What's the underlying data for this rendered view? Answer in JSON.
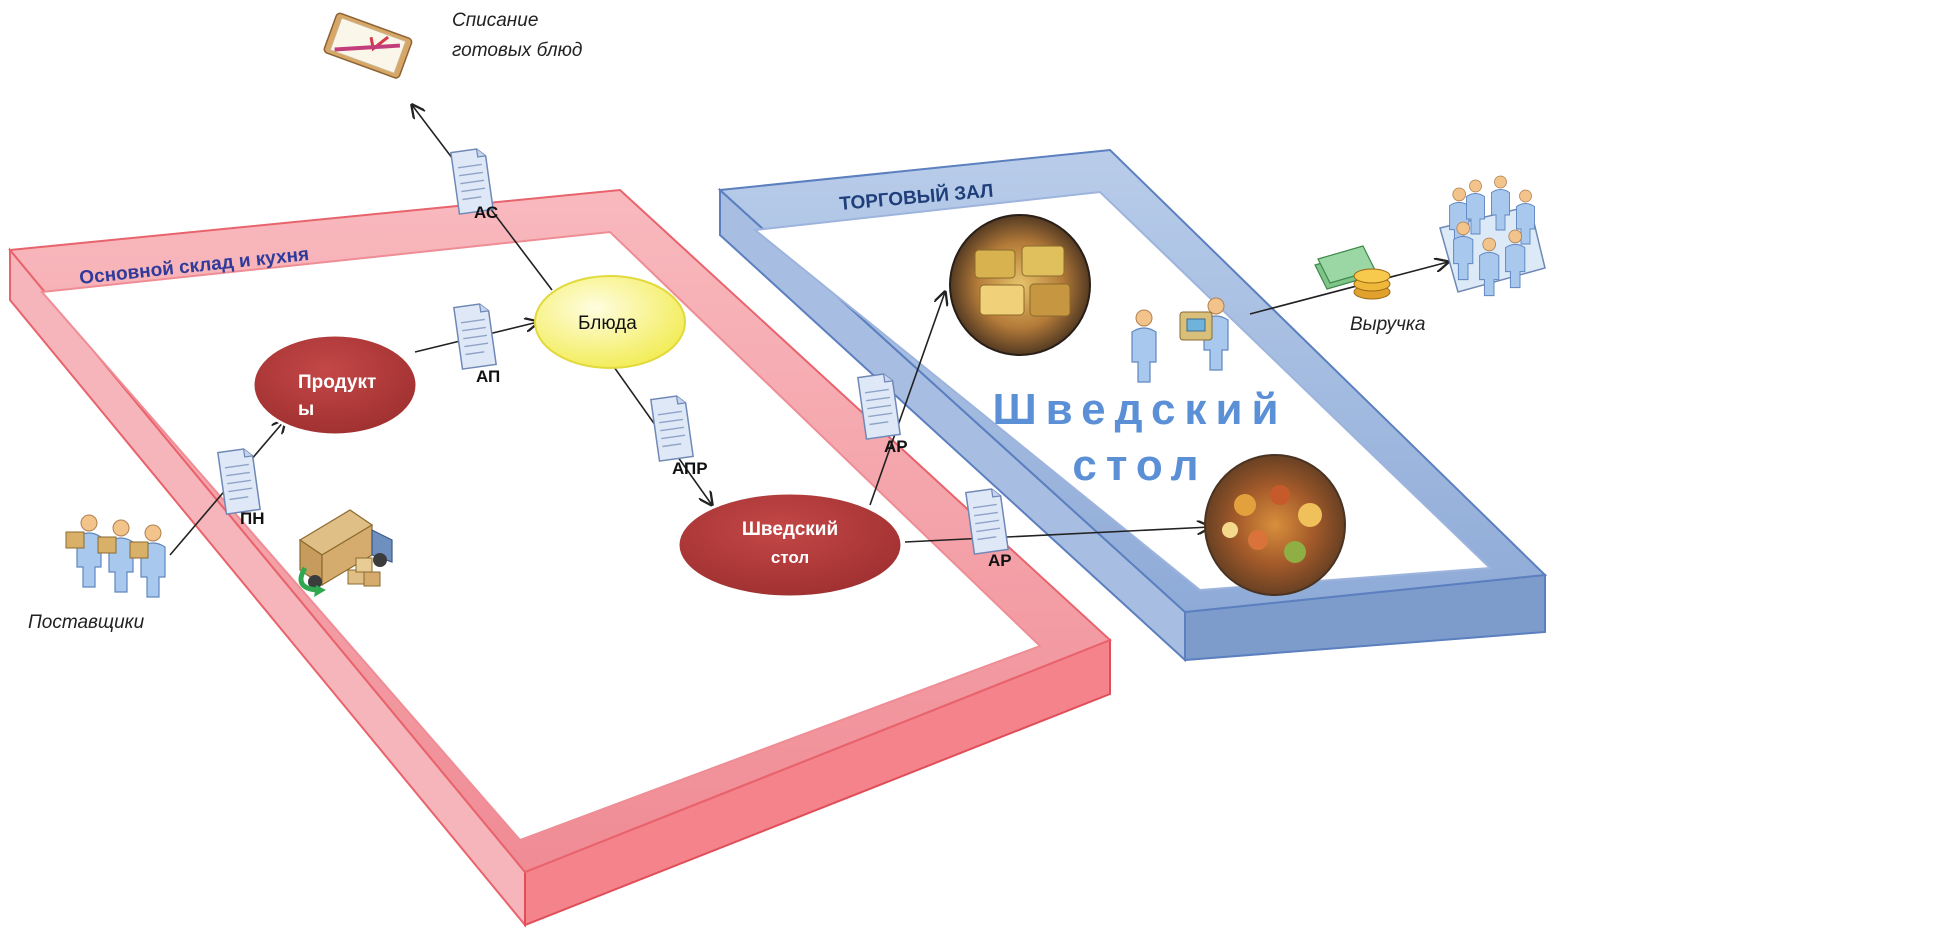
{
  "labels": {
    "writeoff": [
      "Списание",
      "готовых блюд"
    ],
    "warehouse": "Основной склад и кухня",
    "hall": "ТОРГОВЫЙ ЗАЛ",
    "products": [
      "Продукт",
      "ы"
    ],
    "dishes": "Блюда",
    "buffet_node": [
      "Шведский",
      "стол"
    ],
    "buffet_big": [
      "Шведский",
      "стол"
    ],
    "suppliers": "Поставщики",
    "revenue": "Выручка"
  },
  "docs": {
    "ac": "АС",
    "ap": "АП",
    "apr": "АПР",
    "pn": "ПН",
    "ar1": "АР",
    "ar2": "АР"
  },
  "colors": {
    "warehouse_frame": "#f4a4ab",
    "warehouse_edge": "#e8636c",
    "warehouse_label": "#2f3b9a",
    "hall_frame": "#a9bfe2",
    "hall_edge": "#5b7fbf",
    "hall_label": "#1f3f7a",
    "node_red": "#b23a3a",
    "node_yellow": "#f7f37a",
    "big_text": "#5b8fd6"
  },
  "icons": [
    "clipboard-icon",
    "document-icon",
    "delivery-truck-icon",
    "supplier-people-icon",
    "cashier-person-icon",
    "money-icon",
    "meeting-table-icon",
    "buffet-photo"
  ]
}
